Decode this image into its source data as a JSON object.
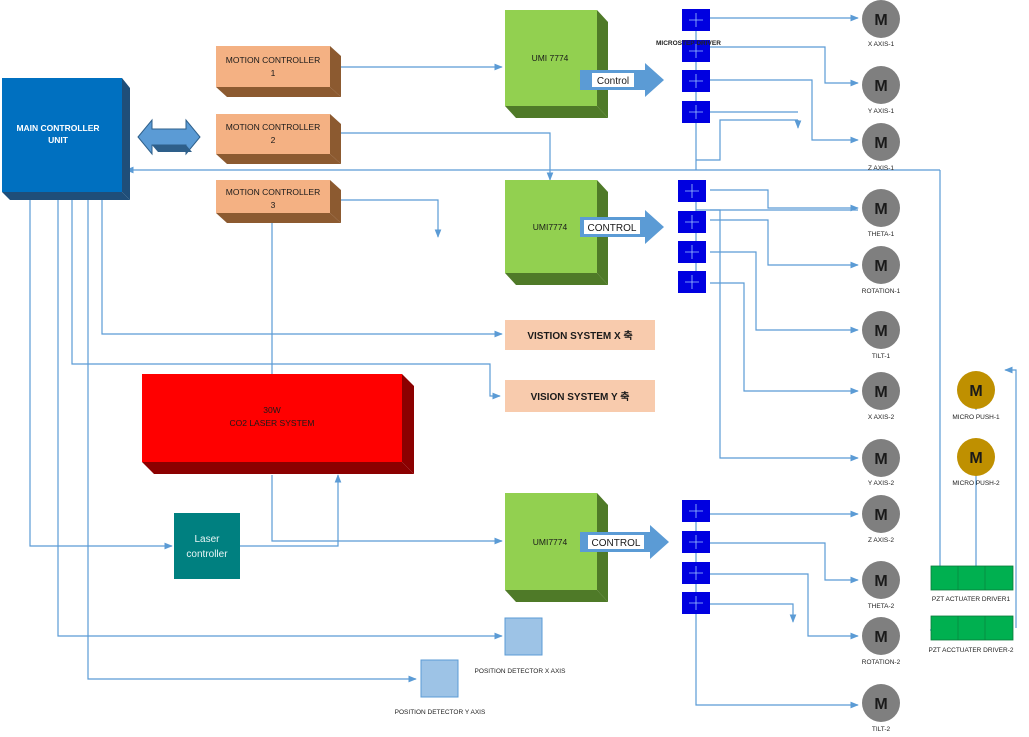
{
  "main_controller": {
    "line1": "MAIN CONTROLLER",
    "line2": "UNIT"
  },
  "motion_controllers": [
    {
      "line1": "MOTION CONTROLLER",
      "line2": "1"
    },
    {
      "line1": "MOTION CONTROLLER",
      "line2": "2"
    },
    {
      "line1": "MOTION CONTROLLER",
      "line2": "3"
    }
  ],
  "umi_boxes": [
    {
      "label": "UMI 7774",
      "control": "Control"
    },
    {
      "label": "UMI7774",
      "control": "CONTROL"
    },
    {
      "label": "UMI7774",
      "control": "CONTROL"
    }
  ],
  "driver_label": "MICROSTEP DRIVER",
  "motor_symbol": "M",
  "motors": [
    "X AXIS-1",
    "Y AXIS-1",
    "Z AXIS-1",
    "THETA-1",
    "ROTATION-1",
    "TILT-1",
    "X AXIS-2",
    "Y AXIS-2",
    "Z AXIS-2",
    "THETA-2",
    "ROTATION-2",
    "TILT-2"
  ],
  "micro_push": [
    "MICRO PUSH-1",
    "MICRO PUSH-2"
  ],
  "pzt_drivers": [
    "PZT ACTUATER DRIVER1",
    "PZT ACCTUATER DRIVER-2"
  ],
  "vision": [
    "VISTION SYSTEM X 축",
    "VISION SYSTEM Y 축"
  ],
  "laser": {
    "line1": "30W",
    "line2": "CO2 LASER SYSTEM"
  },
  "laser_controller": {
    "line1": "Laser",
    "line2": "controller"
  },
  "position_detectors": [
    "POSITION DETECTOR X AXIS",
    "POSITION DETECTOR Y AXIS"
  ],
  "colors": {
    "line": "#5b9bd5",
    "main": "#0070c0",
    "motion": "#f4b183",
    "umi": "#92d050",
    "driver": "#0000e0",
    "motor": "#7f7f7f",
    "pzt_motor": "#bf9000",
    "pzt": "#00b050",
    "laser": "#ff0000",
    "laser_ctrl": "#008080",
    "vision": "#f8cbad",
    "detector": "#9dc3e6"
  }
}
